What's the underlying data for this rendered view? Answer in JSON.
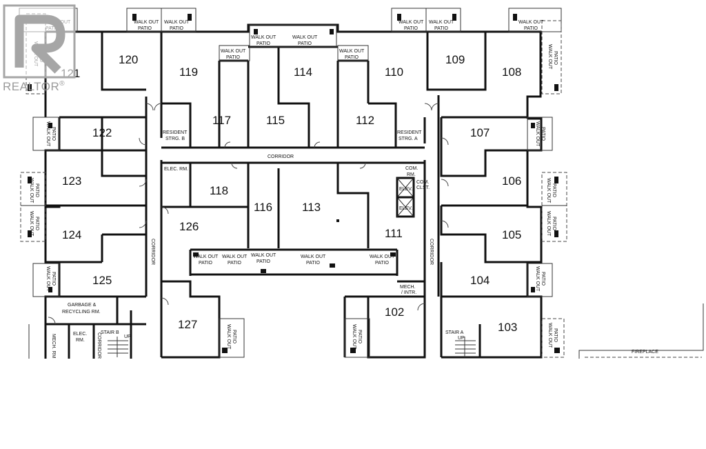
{
  "rooms": {
    "r102": "102",
    "r103": "103",
    "r104": "104",
    "r105": "105",
    "r106": "106",
    "r107": "107",
    "r108": "108",
    "r109": "109",
    "r110": "110",
    "r111": "111",
    "r112": "112",
    "r113": "113",
    "r114": "114",
    "r115": "115",
    "r116": "116",
    "r117": "117",
    "r118": "118",
    "r119": "119",
    "r120": "120",
    "r121": "121",
    "r122": "122",
    "r123": "123",
    "r124": "124",
    "r125": "125",
    "r126": "126",
    "r127": "127"
  },
  "labels": {
    "walk_out": "WALK OUT",
    "patio": "PATIO",
    "corridor": "CORRIDOR",
    "resident_strg": "RESIDENT",
    "strg_a": "STRG. A",
    "strg_b": "STRG. B",
    "elec_rm": "ELEC. RM.",
    "elec": "ELEC.",
    "rm": "RM.",
    "com": "COM.",
    "clst": "CLST.",
    "elev": "ELEV.",
    "mech": "MECH.",
    "intr": "/ INTR.",
    "garbage": "GARBAGE &",
    "recycling": "RECYCLING RM.",
    "stair_a": "STAIR A",
    "stair_b": "STAIR B",
    "up": "UP",
    "mech_rm": "MECH. RM",
    "fireplace": "FIREPLACE"
  },
  "watermark": {
    "text": "REALTOR",
    "symbol": "®"
  }
}
